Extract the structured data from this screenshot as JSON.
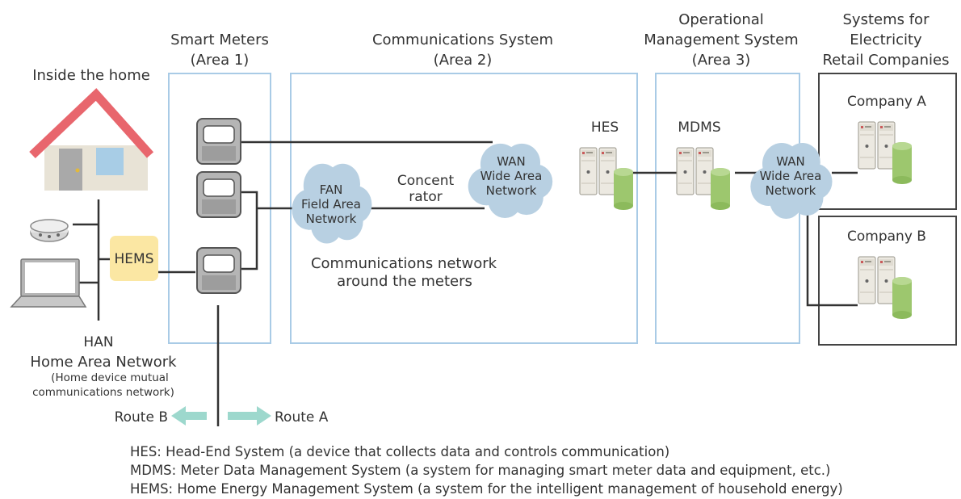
{
  "areas": {
    "smart_meters": {
      "line1": "Smart Meters",
      "line2": "(Area 1)"
    },
    "communications": {
      "line1": "Communications System",
      "line2": "(Area 2)"
    },
    "operational": {
      "line1": "Operational",
      "line2": "Management System",
      "line3": "(Area 3)"
    },
    "retail": {
      "line1": "Systems for",
      "line2": "Electricity",
      "line3": "Retail Companies"
    }
  },
  "home": {
    "label": "Inside the home",
    "hems": "HEMS",
    "han_line1": "HAN",
    "han_line2": "Home Area Network",
    "han_line3": "(Home device mutual",
    "han_line4": "communications network)"
  },
  "network": {
    "fan_line1": "FAN",
    "fan_line2": "Field Area",
    "fan_line3": "Network",
    "concentrator_line1": "Concent",
    "concentrator_line2": "rator",
    "wan_line1": "WAN",
    "wan_line2": "Wide Area",
    "wan_line3": "Network",
    "meters_net_line1": "Communications network",
    "meters_net_line2": "around the meters",
    "hes": "HES",
    "mdms": "MDMS",
    "company_a": "Company A",
    "company_b": "Company B"
  },
  "routes": {
    "route_b": "Route B",
    "route_a": "Route A"
  },
  "legend": [
    "HES: Head-End System (a device that collects data and controls communication)",
    "MDMS: Meter Data Management System (a system for managing smart meter data and equipment, etc.)",
    "HEMS: Home Energy Management System (a system for the intelligent management of household energy)"
  ],
  "colors": {
    "area_border": "#a9cbe6",
    "cloud": "#b8d0e2",
    "hems_box": "#fbe7a3",
    "roof": "#e8666d",
    "arrow": "#9dd8cd",
    "battery": "#9dc76e",
    "line": "#333333"
  }
}
